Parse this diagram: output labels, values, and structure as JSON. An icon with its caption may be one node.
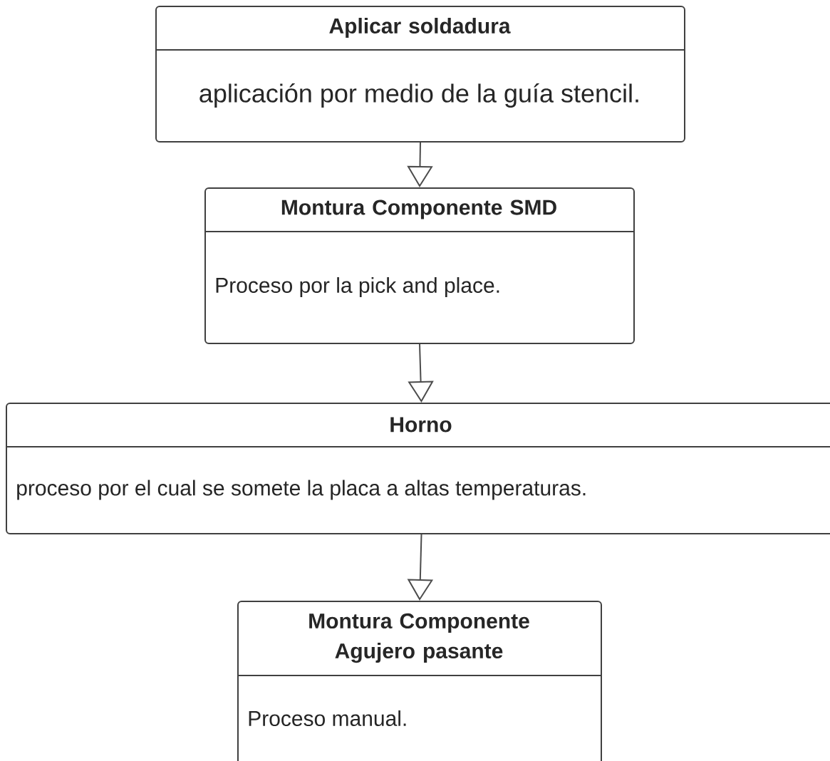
{
  "diagram": {
    "nodes": [
      {
        "text": [
          "Aplicar soldadura",
          "aplicación por medio de la guía stencil."
        ]
      },
      {
        "text": [
          "Montura Componente SMD",
          "Proceso por la pick and place."
        ]
      },
      {
        "text": [
          "Horno",
          "proceso por el cual se somete la placa a altas temperaturas."
        ]
      },
      {
        "text": [
          "Montura Componente Agujero pasante",
          "Proceso manual."
        ]
      }
    ],
    "edges": [
      {
        "from": 0,
        "to": 1,
        "arrow": "to"
      },
      {
        "from": 1,
        "to": 2,
        "arrow": "to"
      },
      {
        "from": 2,
        "to": 3,
        "arrow": "to"
      }
    ]
  }
}
